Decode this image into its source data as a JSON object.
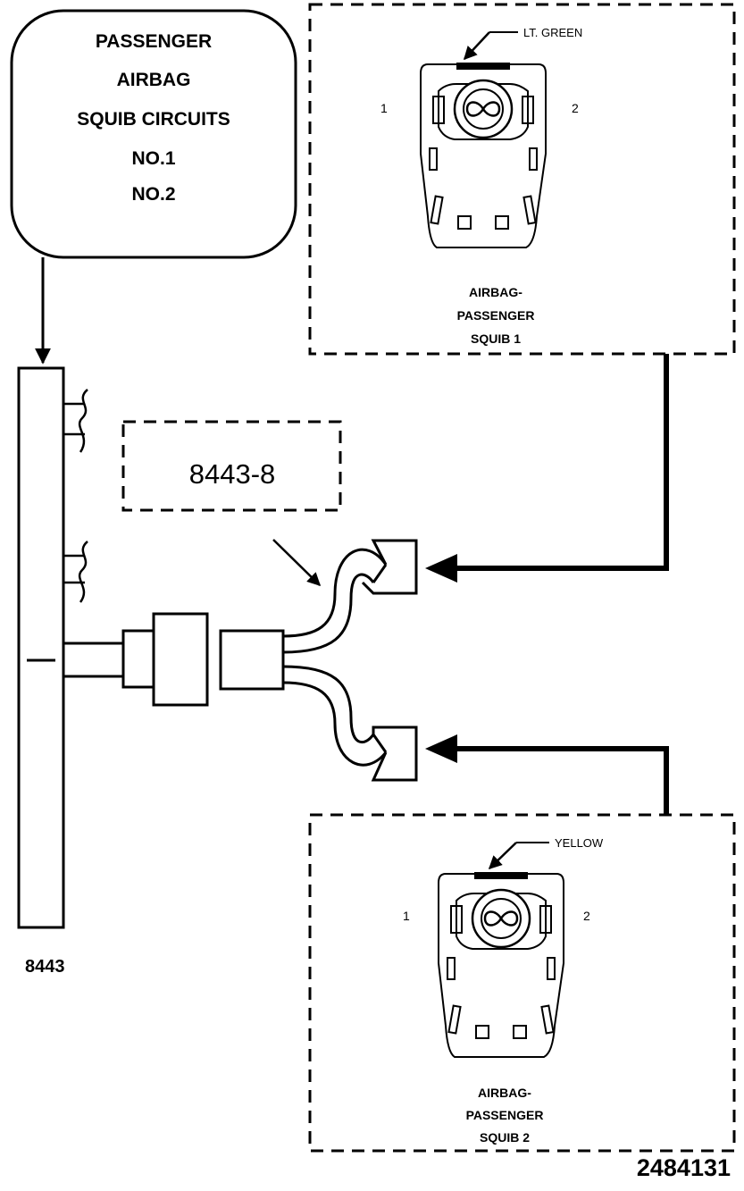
{
  "title_box": {
    "lines": [
      "PASSENGER",
      "AIRBAG",
      "SQUIB CIRCUITS",
      "NO.1",
      "NO.2"
    ]
  },
  "tool": {
    "adapter_label": "8443-8",
    "tester_label": "8443"
  },
  "squib1": {
    "wire_color_label": "LT. GREEN",
    "pin1": "1",
    "pin2": "2",
    "caption": [
      "AIRBAG-",
      "PASSENGER",
      "SQUIB 1"
    ]
  },
  "squib2": {
    "wire_color_label": "YELLOW",
    "pin1": "1",
    "pin2": "2",
    "caption": [
      "AIRBAG-",
      "PASSENGER",
      "SQUIB 2"
    ]
  },
  "figure_number": "2484131"
}
